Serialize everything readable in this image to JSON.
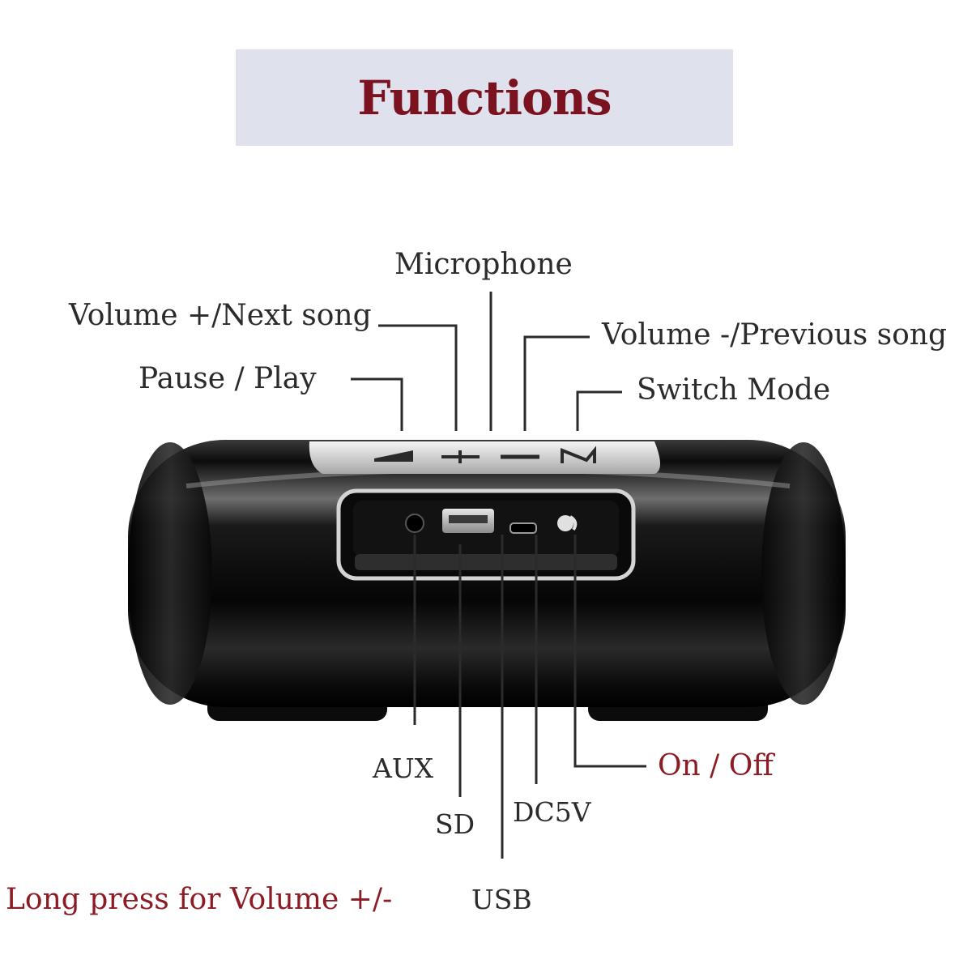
{
  "header": {
    "title": "Functions"
  },
  "labels": {
    "microphone": "Microphone",
    "volume_next": "Volume +/Next song",
    "volume_prev": "Volume -/Previous song",
    "pause_play": "Pause / Play",
    "switch_mode": "Switch Mode",
    "aux": "AUX",
    "sd": "SD",
    "dc5v": "DC5V",
    "on_off": "On / Off",
    "usb": "USB",
    "long_press": "Long press for Volume +/-"
  },
  "colors": {
    "title": "#7a1220",
    "accent_label": "#8c1b24",
    "text": "#2b2b2b",
    "header_bg": "#dfe2ec",
    "speaker_body": "#111111"
  }
}
